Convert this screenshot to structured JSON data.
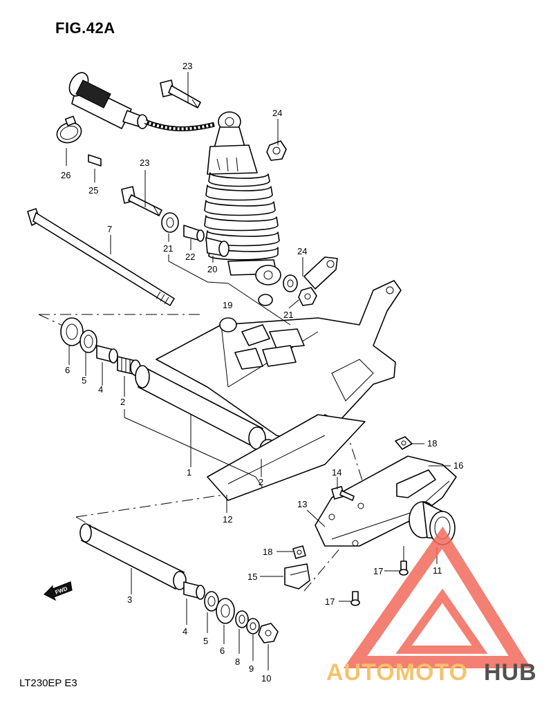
{
  "figure": {
    "title": "FIG.42A",
    "model_code": "LT230EP  E3"
  },
  "fwd_label": "FWD",
  "callouts": [
    {
      "id": "c23a",
      "label": "23"
    },
    {
      "id": "c24a",
      "label": "24"
    },
    {
      "id": "c26",
      "label": "26"
    },
    {
      "id": "c25",
      "label": "25"
    },
    {
      "id": "c23b",
      "label": "23"
    },
    {
      "id": "c7",
      "label": "7"
    },
    {
      "id": "c21a",
      "label": "21"
    },
    {
      "id": "c22",
      "label": "22"
    },
    {
      "id": "c20",
      "label": "20"
    },
    {
      "id": "c24b",
      "label": "24"
    },
    {
      "id": "c19",
      "label": "19"
    },
    {
      "id": "c21b",
      "label": "21"
    },
    {
      "id": "c6a",
      "label": "6"
    },
    {
      "id": "c5a",
      "label": "5"
    },
    {
      "id": "c4a",
      "label": "4"
    },
    {
      "id": "c2a",
      "label": "2"
    },
    {
      "id": "c1",
      "label": "1"
    },
    {
      "id": "c2b",
      "label": "2"
    },
    {
      "id": "c12",
      "label": "12"
    },
    {
      "id": "c18a",
      "label": "18"
    },
    {
      "id": "c16",
      "label": "16"
    },
    {
      "id": "c14",
      "label": "14"
    },
    {
      "id": "c13",
      "label": "13"
    },
    {
      "id": "c18b",
      "label": "18"
    },
    {
      "id": "c15",
      "label": "15"
    },
    {
      "id": "c17a",
      "label": "17"
    },
    {
      "id": "c11",
      "label": "11"
    },
    {
      "id": "c17b",
      "label": "17"
    },
    {
      "id": "c3",
      "label": "3"
    },
    {
      "id": "c4b",
      "label": "4"
    },
    {
      "id": "c5b",
      "label": "5"
    },
    {
      "id": "c6b",
      "label": "6"
    },
    {
      "id": "c8",
      "label": "8"
    },
    {
      "id": "c9",
      "label": "9"
    },
    {
      "id": "c10",
      "label": "10"
    }
  ],
  "watermark": {
    "word_part1": "AUTOMOTO",
    "word_part2": "HUB",
    "color_primary": "#f26b5b",
    "color_secondary": "#f5b94f",
    "color_dark": "#333333"
  }
}
